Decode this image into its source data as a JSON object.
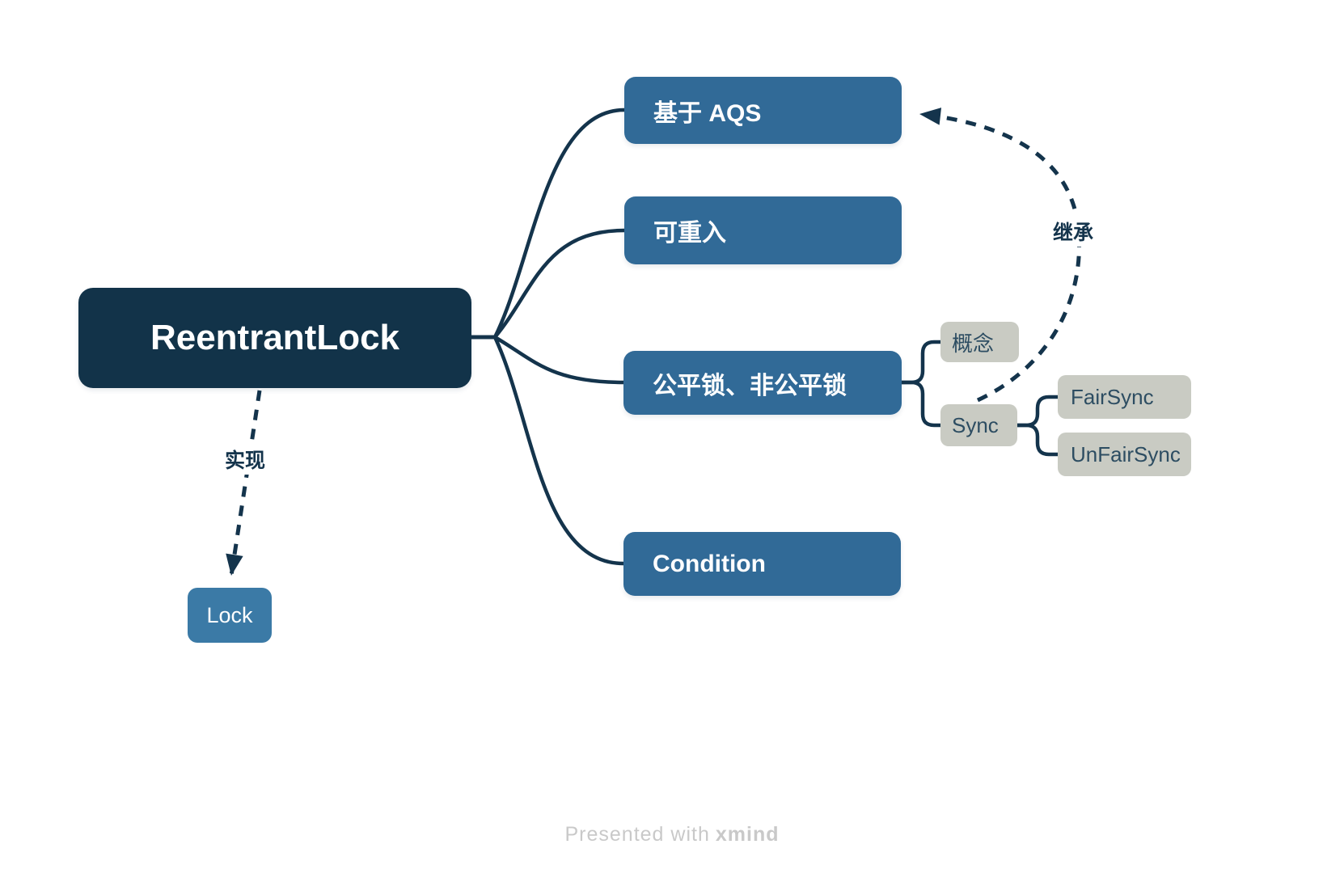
{
  "nodes": {
    "root": {
      "label": "ReentrantLock"
    },
    "branches": [
      {
        "id": "aqs",
        "label": "基于 AQS"
      },
      {
        "id": "reentrant",
        "label": "可重入"
      },
      {
        "id": "fairness",
        "label": "公平锁、非公平锁"
      },
      {
        "id": "condition",
        "label": "Condition"
      }
    ],
    "fairness_children": [
      {
        "id": "concept",
        "label": "概念"
      },
      {
        "id": "sync",
        "label": "Sync"
      }
    ],
    "sync_children": [
      {
        "id": "fairsync",
        "label": "FairSync"
      },
      {
        "id": "unfairsync",
        "label": "UnFairSync"
      }
    ],
    "lock": {
      "label": "Lock"
    }
  },
  "relationships": {
    "inherit_label": "继承",
    "implement_label": "实现"
  },
  "footer": {
    "prefix": "Presented with",
    "brand": "xmind"
  },
  "colors": {
    "root_bg": "#123349",
    "branch_bg": "#316A97",
    "lock_bg": "#3B7AA6",
    "child_bg": "#C9CBC3",
    "line": "#14344C",
    "child_text": "#2D4D62",
    "footer_text": "#C9C9C9"
  }
}
